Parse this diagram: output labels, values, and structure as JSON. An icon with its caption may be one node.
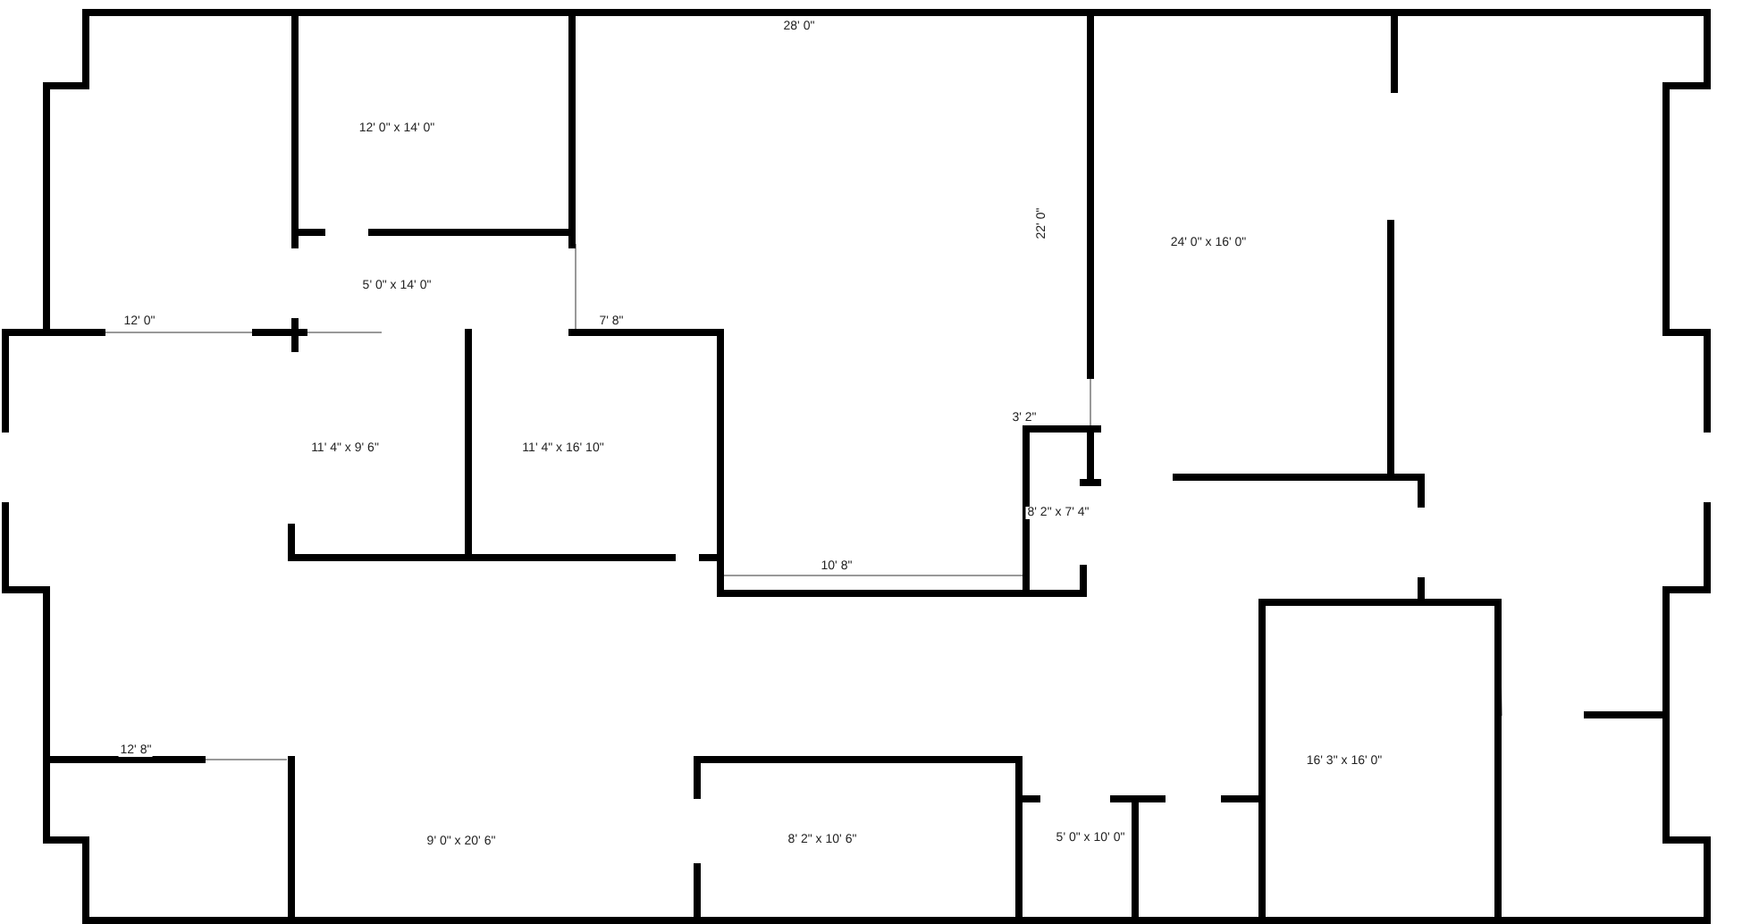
{
  "diagram": {
    "labels": [
      "28' 0\"",
      "12' 0\" x 14' 0\"",
      "5' 0\" x 14' 0\"",
      "12' 0\"",
      "7' 8\"",
      "22' 0\"",
      "24' 0\" x 16' 0\"",
      "11' 4\" x 9' 6\"",
      "11' 4\" x 16' 10\"",
      "3' 2\"",
      "8' 2\" x 7' 4\"",
      "10' 8\"",
      "12' 8\"",
      "9' 0\" x 20' 6\"",
      "8' 2\" x 10' 6\"",
      "5' 0\" x 10' 0\"",
      "16' 3\" x 16' 0\""
    ]
  }
}
